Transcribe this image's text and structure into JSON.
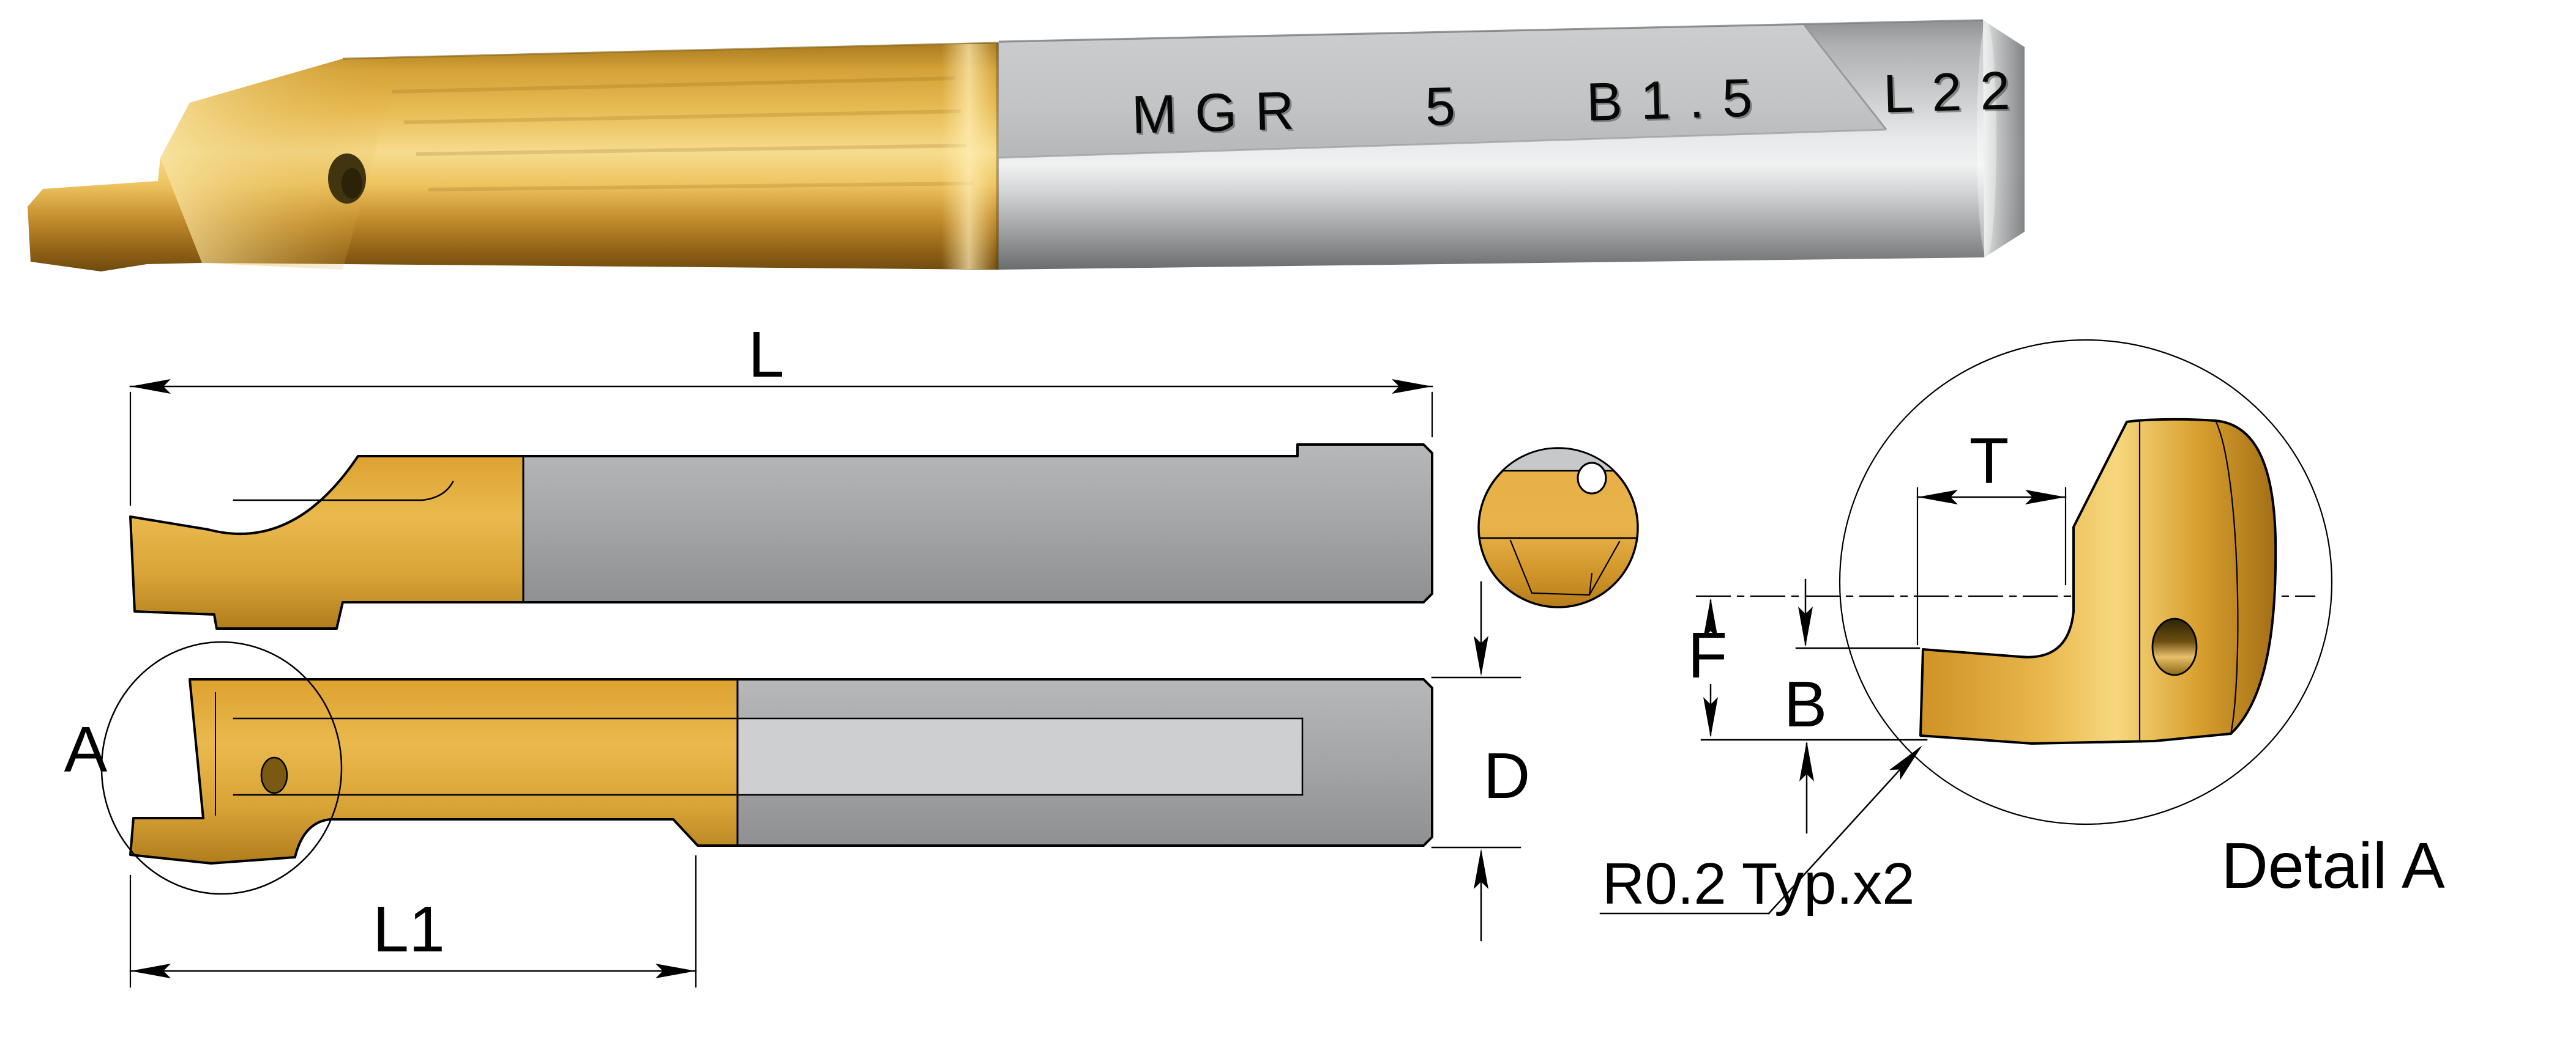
{
  "page": {
    "background": "#ffffff"
  },
  "photo": {
    "engraving": "MGR 5 B1.5 L22",
    "colors": {
      "coating_gold": "#E2A738",
      "shank_steel": "#AEB0B2",
      "flat_milled": "#C7C9CA"
    }
  },
  "drawing": {
    "labels": {
      "overall_length": "L",
      "head_length": "L1",
      "shank_diameter": "D",
      "detail_marker": "A",
      "tip_width": "T",
      "center_height": "F",
      "groove_width": "B",
      "radius_note": "R0.2 Typ.x2",
      "detail_title": "Detail A"
    },
    "colors": {
      "outline": "#000000",
      "gold": "#E2A638",
      "steel": "#A9ABAD",
      "flat": "#CDCFD0"
    }
  }
}
